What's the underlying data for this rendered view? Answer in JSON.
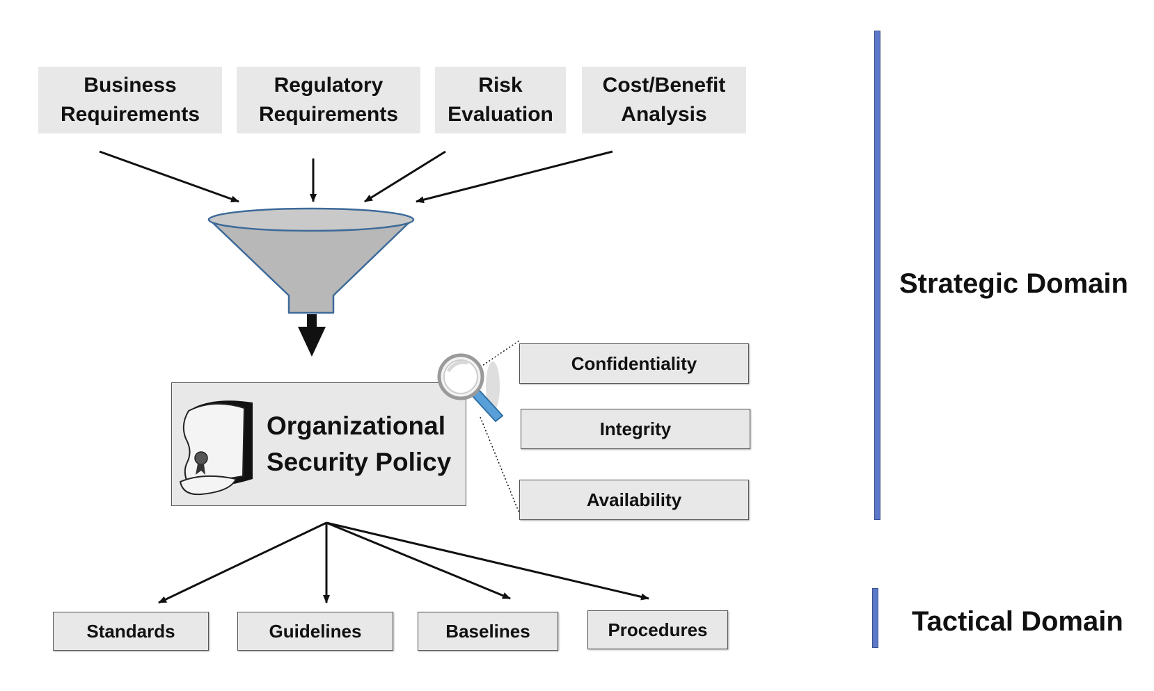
{
  "inputs": [
    {
      "line1": "Business",
      "line2": "Requirements"
    },
    {
      "line1": "Regulatory",
      "line2": "Requirements"
    },
    {
      "line1": "Risk",
      "line2": "Evaluation"
    },
    {
      "line1": "Cost/Benefit",
      "line2": "Analysis"
    }
  ],
  "policy": {
    "line1": "Organizational",
    "line2": "Security Policy"
  },
  "cia": [
    "Confidentiality",
    "Integrity",
    "Availability"
  ],
  "outputs": [
    "Standards",
    "Guidelines",
    "Baselines",
    "Procedures"
  ],
  "domains": {
    "strategic": "Strategic Domain",
    "tactical": "Tactical Domain"
  },
  "colors": {
    "box_fill": "#e8e8e8",
    "funnel_fill": "#b8b8b8",
    "funnel_stroke": "#3d6a99",
    "domain_bar": "#5b78c9",
    "magnifier": "#5aa0d8"
  }
}
